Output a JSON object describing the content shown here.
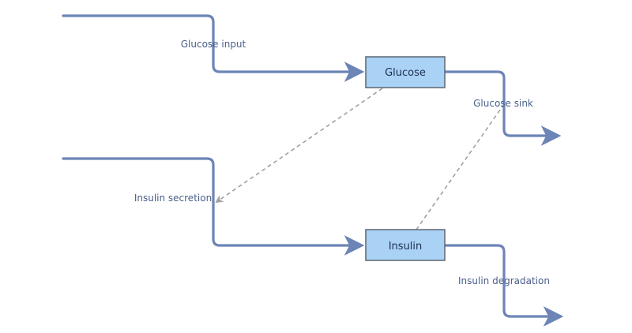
{
  "stocks": {
    "glucose": "Glucose",
    "insulin": "Insulin"
  },
  "flows": {
    "glucose_input": "Glucose input",
    "glucose_sink": "Glucose sink",
    "insulin_secretion": "Insulin secretion",
    "insulin_degradation": "Insulin degradation"
  },
  "colors": {
    "flow": "#6c84b6",
    "stock_fill": "#a9d2f5",
    "stock_border": "#5c6670",
    "link": "#a0a0a0",
    "label_text": "#4a5e8a"
  }
}
